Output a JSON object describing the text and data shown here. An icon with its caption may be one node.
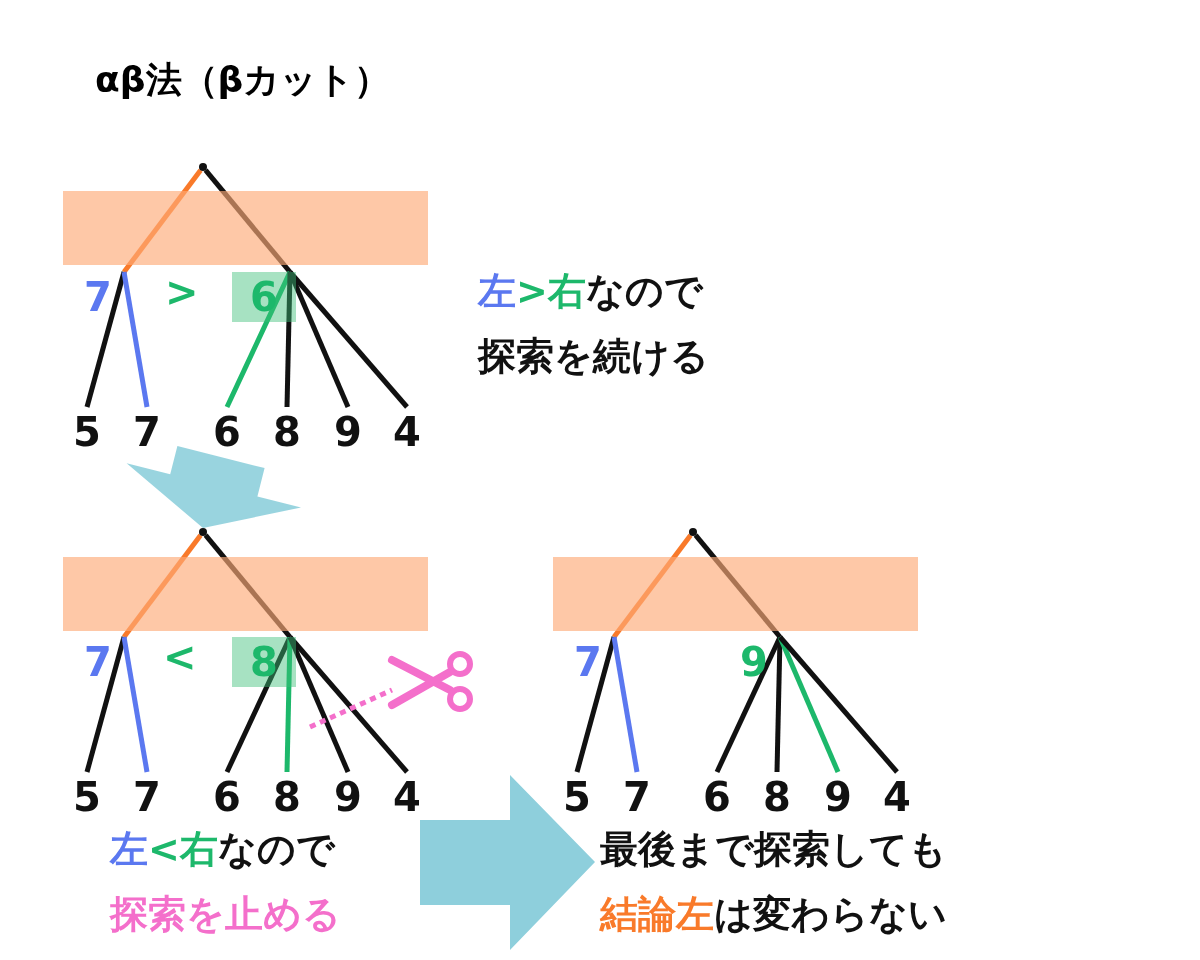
{
  "diagram": {
    "title": "αβ法（βカット）",
    "nodes": [
      {
        "text": [],
        "shape": "point"
      },
      {
        "text": [
          "7"
        ]
      },
      {
        "text": [
          "6"
        ]
      },
      {
        "text": [
          "5"
        ]
      },
      {
        "text": [
          "7"
        ]
      },
      {
        "text": [
          "6"
        ]
      },
      {
        "text": [
          "8"
        ]
      },
      {
        "text": [
          "9"
        ]
      },
      {
        "text": [
          "4"
        ]
      },
      {
        "text": [],
        "shape": "point"
      },
      {
        "text": [
          "7"
        ]
      },
      {
        "text": [
          "8"
        ]
      },
      {
        "text": [
          "5"
        ]
      },
      {
        "text": [
          "7"
        ]
      },
      {
        "text": [
          "6"
        ]
      },
      {
        "text": [
          "8"
        ]
      },
      {
        "text": [
          "9"
        ]
      },
      {
        "text": [
          "4"
        ]
      },
      {
        "text": [],
        "shape": "point"
      },
      {
        "text": [
          "7"
        ]
      },
      {
        "text": [
          "9"
        ]
      },
      {
        "text": [
          "5"
        ]
      },
      {
        "text": [
          "7"
        ]
      },
      {
        "text": [
          "6"
        ]
      },
      {
        "text": [
          "8"
        ]
      },
      {
        "text": [
          "9"
        ]
      },
      {
        "text": [
          "4"
        ]
      }
    ],
    "edges": [
      {
        "from": 0,
        "to": 1,
        "arrow": "none",
        "color": "#f97a2a"
      },
      {
        "from": 0,
        "to": 2,
        "arrow": "none"
      },
      {
        "from": 1,
        "to": 3,
        "arrow": "none"
      },
      {
        "from": 1,
        "to": 4,
        "arrow": "none",
        "color": "#5b78f0"
      },
      {
        "from": 2,
        "to": 5,
        "arrow": "none",
        "color": "#1db86b"
      },
      {
        "from": 5,
        "to": 9,
        "arrow": "to",
        "style": "thick",
        "color": "#8ecfdc"
      },
      {
        "from": 2,
        "to": 6,
        "arrow": "none"
      },
      {
        "from": 2,
        "to": 7,
        "arrow": "none"
      },
      {
        "from": 2,
        "to": 8,
        "arrow": "none"
      },
      {
        "from": 9,
        "to": 10,
        "arrow": "none",
        "color": "#f97a2a"
      },
      {
        "from": 9,
        "to": 11,
        "arrow": "none"
      },
      {
        "from": 10,
        "to": 12,
        "arrow": "none"
      },
      {
        "from": 10,
        "to": 13,
        "arrow": "none",
        "color": "#5b78f0"
      },
      {
        "from": 11,
        "to": 14,
        "arrow": "none"
      },
      {
        "from": 11,
        "to": 15,
        "arrow": "none",
        "color": "#1db86b"
      },
      {
        "from": 11,
        "to": 16,
        "arrow": "none"
      },
      {
        "from": 11,
        "to": 17,
        "arrow": "none"
      },
      {
        "from": 18,
        "to": 19,
        "arrow": "none",
        "color": "#f97a2a"
      },
      {
        "from": 18,
        "to": 20,
        "arrow": "none"
      },
      {
        "from": 19,
        "to": 21,
        "arrow": "none"
      },
      {
        "from": 19,
        "to": 22,
        "arrow": "none",
        "color": "#5b78f0"
      },
      {
        "from": 20,
        "to": 23,
        "arrow": "none"
      },
      {
        "from": 20,
        "to": 24,
        "arrow": "none"
      },
      {
        "from": 20,
        "to": 25,
        "arrow": "none",
        "color": "#1db86b"
      },
      {
        "from": 20,
        "to": 26,
        "arrow": "none"
      }
    ],
    "labels": [
      ">",
      "左",
      ">右",
      "なので",
      "探索を続ける",
      "<",
      "左",
      "<右",
      "なので",
      "探索を止める",
      "最後まで探索しても",
      "結論左",
      "は変わらない"
    ]
  }
}
